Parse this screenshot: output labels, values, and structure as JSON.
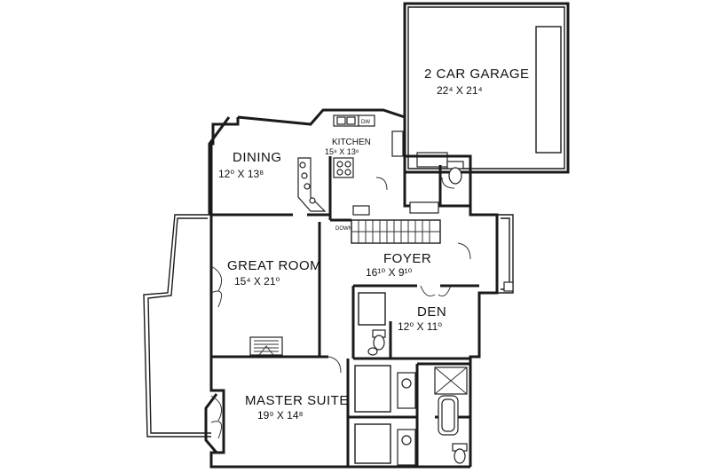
{
  "rooms": {
    "garage": {
      "name": "2 CAR GARAGE",
      "dim": "22⁴ X 21⁴"
    },
    "kitchen": {
      "name": "KITCHEN",
      "dim": "15⁸ X 13⁶"
    },
    "dining": {
      "name": "DINING",
      "dim": "12⁰ X 13⁸"
    },
    "great": {
      "name": "GREAT ROOM",
      "dim": "15⁴ X 21⁰"
    },
    "foyer": {
      "name": "FOYER",
      "dim": "16¹⁰ X 9¹⁰"
    },
    "den": {
      "name": "DEN",
      "dim": "12⁰ X 11⁰"
    },
    "master": {
      "name": "MASTER SUITE",
      "dim": "19⁹ X 14⁸"
    }
  },
  "labels": {
    "dishwasher": "DW",
    "stair_down": "DOWN"
  }
}
